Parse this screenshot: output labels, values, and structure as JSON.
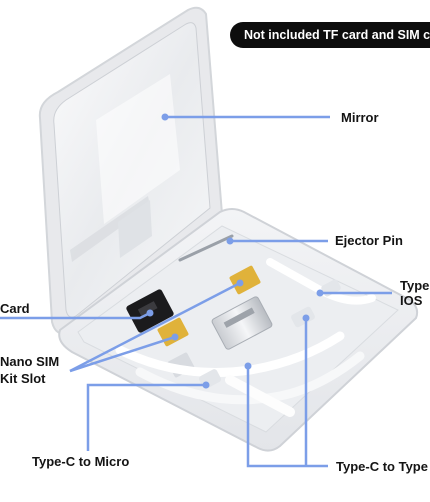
{
  "banner": {
    "text": "Not included TF card and SIM c"
  },
  "labels": {
    "mirror": "Mirror",
    "ejector_pin": "Ejector Pin",
    "type_ios_line1": "Type",
    "type_ios_line2": "IOS",
    "tf_card": "Card",
    "nano_sim_line1": "Nano SIM",
    "nano_sim_line2": "Kit Slot",
    "type_c_to_micro": "Type-C to Micro",
    "type_c_to_type": "Type-C to Type"
  },
  "colors": {
    "callout_line": "#7c9ee8",
    "banner_bg": "#0d0d0d",
    "case_white": "#f4f5f7",
    "sim_gold": "#e0b23a"
  }
}
